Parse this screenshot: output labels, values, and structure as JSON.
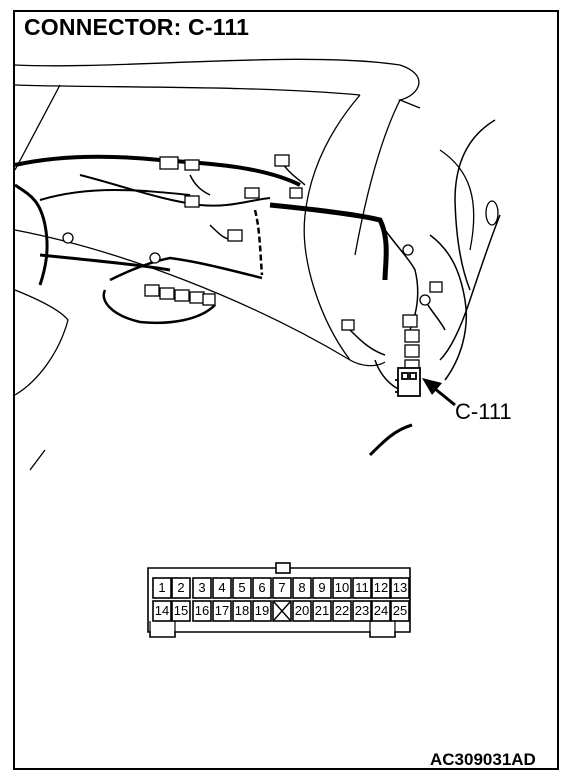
{
  "title": "CONNECTOR: C-111",
  "callout_label": "C-111",
  "figure_id": "AC309031AD",
  "connector": {
    "row1_pins": [
      "1",
      "2",
      "3",
      "4",
      "5",
      "6",
      "7",
      "8",
      "9",
      "10",
      "11",
      "12",
      "13"
    ],
    "row2_pins": [
      "14",
      "15",
      "16",
      "17",
      "18",
      "19",
      "",
      "20",
      "21",
      "22",
      "23",
      "24",
      "25"
    ]
  },
  "colors": {
    "line": "#000000",
    "background": "#ffffff"
  }
}
